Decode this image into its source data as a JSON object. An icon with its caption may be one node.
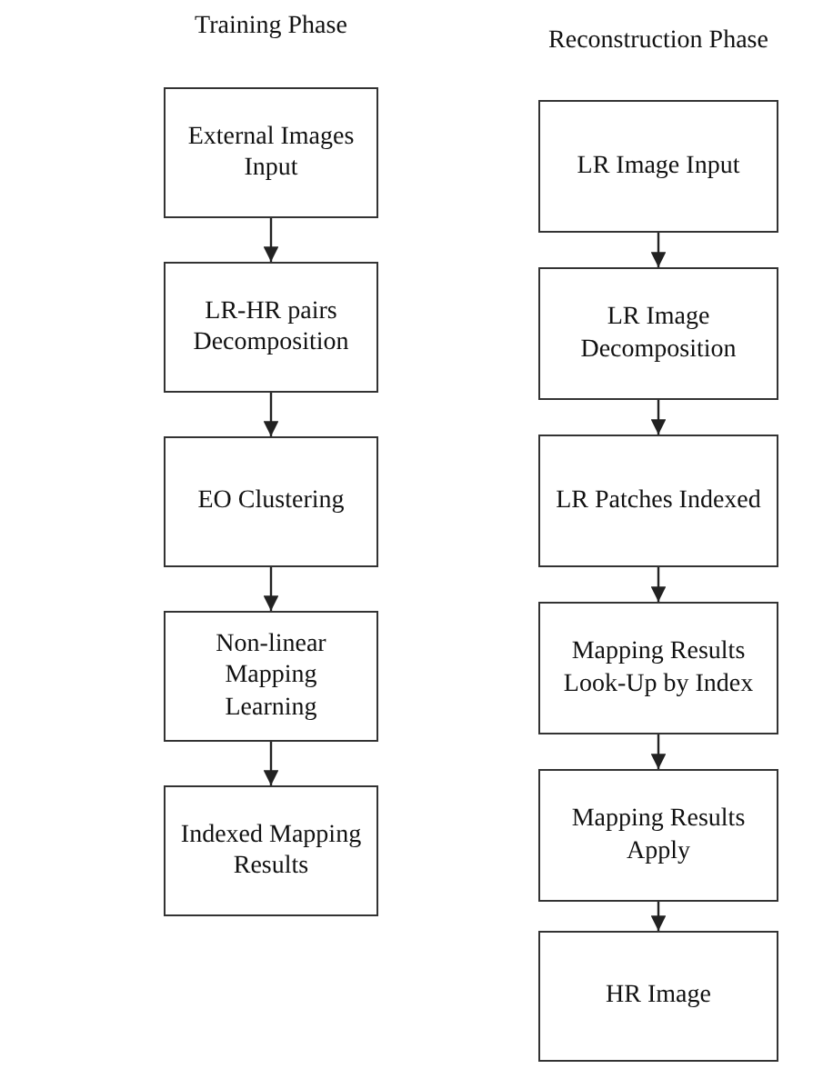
{
  "diagram": {
    "nodes": [
      {
        "text": [
          "External Images Input"
        ]
      },
      {
        "text": [
          "LR-HR pairs Decomposition"
        ]
      },
      {
        "text": [
          "EO Clustering"
        ]
      },
      {
        "text": [
          "Non-linear Mapping Learning"
        ]
      },
      {
        "text": [
          "Indexed Mapping Results"
        ]
      },
      {
        "text": [
          "LR Image Input"
        ]
      },
      {
        "text": [
          "LR Image Decomposition"
        ]
      },
      {
        "text": [
          "LR Patches Indexed"
        ]
      },
      {
        "text": [
          "Mapping Results Look-Up by Index"
        ]
      },
      {
        "text": [
          "Mapping Results Apply"
        ]
      },
      {
        "text": [
          "HR Image"
        ]
      }
    ],
    "edges": [
      {
        "from": 0,
        "to": 1,
        "arrow": "to"
      },
      {
        "from": 1,
        "to": 2,
        "arrow": "to"
      },
      {
        "from": 2,
        "to": 3,
        "arrow": "to"
      },
      {
        "from": 3,
        "to": 4,
        "arrow": "to"
      },
      {
        "from": 5,
        "to": 6,
        "arrow": "to"
      },
      {
        "from": 6,
        "to": 7,
        "arrow": "to"
      },
      {
        "from": 7,
        "to": 8,
        "arrow": "to"
      },
      {
        "from": 8,
        "to": 9,
        "arrow": "to"
      },
      {
        "from": 9,
        "to": 10,
        "arrow": "to"
      }
    ],
    "labels": [
      "Training Phase",
      "Reconstruction Phase"
    ]
  }
}
